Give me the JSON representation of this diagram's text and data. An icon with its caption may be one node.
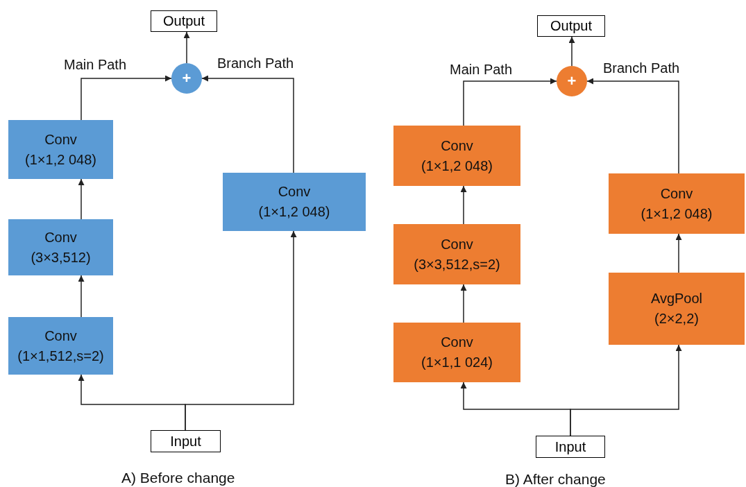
{
  "diagram": {
    "nodes": [
      {
        "text": [
          "Output"
        ]
      },
      {
        "text": [
          "+"
        ]
      },
      {
        "text": [
          "Conv",
          "(1×1,2 048)"
        ]
      },
      {
        "text": [
          "Conv",
          "(3×3,512)"
        ]
      },
      {
        "text": [
          "Conv",
          "(1×1,512,s=2)"
        ]
      },
      {
        "text": [
          "Conv",
          "(1×1,2 048)"
        ]
      },
      {
        "text": [
          "Input"
        ]
      },
      {
        "text": [
          "Output"
        ]
      },
      {
        "text": [
          "+"
        ]
      },
      {
        "text": [
          "Conv",
          "(1×1,2 048)"
        ]
      },
      {
        "text": [
          "Conv",
          "(3×3,512,s=2)"
        ]
      },
      {
        "text": [
          "Conv",
          "(1×1,1 024)"
        ]
      },
      {
        "text": [
          "Conv",
          "(1×1,2 048)"
        ]
      },
      {
        "text": [
          "AvgPool",
          "(2×2,2)"
        ]
      },
      {
        "text": [
          "Input"
        ]
      }
    ],
    "edges": [
      {
        "from": 6,
        "to": 4,
        "arrow": "to"
      },
      {
        "from": 6,
        "to": 5,
        "arrow": "to"
      },
      {
        "from": 4,
        "to": 3,
        "arrow": "to"
      },
      {
        "from": 3,
        "to": 2,
        "arrow": "to"
      },
      {
        "from": 2,
        "to": 1,
        "arrow": "to"
      },
      {
        "from": 5,
        "to": 1,
        "arrow": "to"
      },
      {
        "from": 1,
        "to": 0,
        "arrow": "to"
      },
      {
        "from": 14,
        "to": 11,
        "arrow": "to"
      },
      {
        "from": 14,
        "to": 13,
        "arrow": "to"
      },
      {
        "from": 11,
        "to": 10,
        "arrow": "to"
      },
      {
        "from": 10,
        "to": 9,
        "arrow": "to"
      },
      {
        "from": 9,
        "to": 8,
        "arrow": "to"
      },
      {
        "from": 13,
        "to": 12,
        "arrow": "to"
      },
      {
        "from": 12,
        "to": 8,
        "arrow": "to"
      },
      {
        "from": 8,
        "to": 7,
        "arrow": "to"
      }
    ],
    "labels": [
      "Main Path",
      "Branch Path",
      "A) Before change",
      "Main Path",
      "Branch Path",
      "B) After change"
    ]
  }
}
